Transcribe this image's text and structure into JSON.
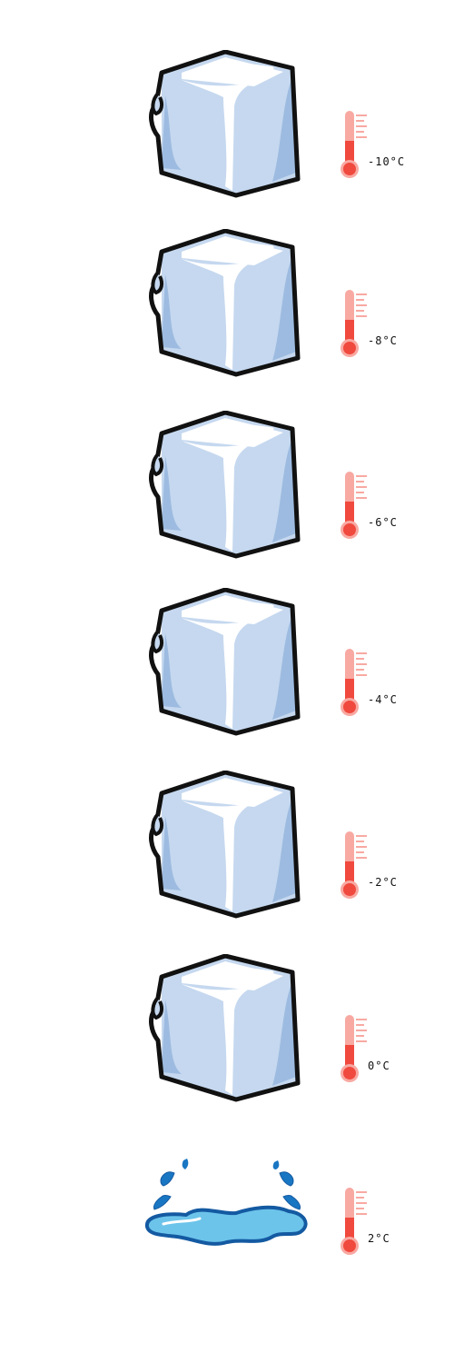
{
  "colors": {
    "ice_fill": "#c5d8ef",
    "ice_shade": "#9dbbe0",
    "ice_highlight": "#ffffff",
    "outline": "#111111",
    "thermo_red": "#f0493e",
    "thermo_light": "#f8a9a2",
    "water_fill": "#6cc4ea",
    "water_outline": "#145aa2",
    "drop_color": "#1976c2"
  },
  "stages": [
    {
      "state": "ice",
      "icon": "ice-cube-icon",
      "temperature": "-10°C",
      "thermometer_level": 0.45
    },
    {
      "state": "ice",
      "icon": "ice-cube-icon",
      "temperature": "-8°C",
      "thermometer_level": 0.45
    },
    {
      "state": "ice",
      "icon": "ice-cube-icon",
      "temperature": "-6°C",
      "thermometer_level": 0.45
    },
    {
      "state": "ice",
      "icon": "ice-cube-icon",
      "temperature": "-4°C",
      "thermometer_level": 0.45
    },
    {
      "state": "ice",
      "icon": "ice-cube-icon",
      "temperature": "-2°C",
      "thermometer_level": 0.45
    },
    {
      "state": "ice",
      "icon": "ice-cube-icon",
      "temperature": "0°C",
      "thermometer_level": 0.45
    },
    {
      "state": "water",
      "icon": "water-puddle-icon",
      "temperature": "2°C",
      "thermometer_level": 0.45
    }
  ]
}
